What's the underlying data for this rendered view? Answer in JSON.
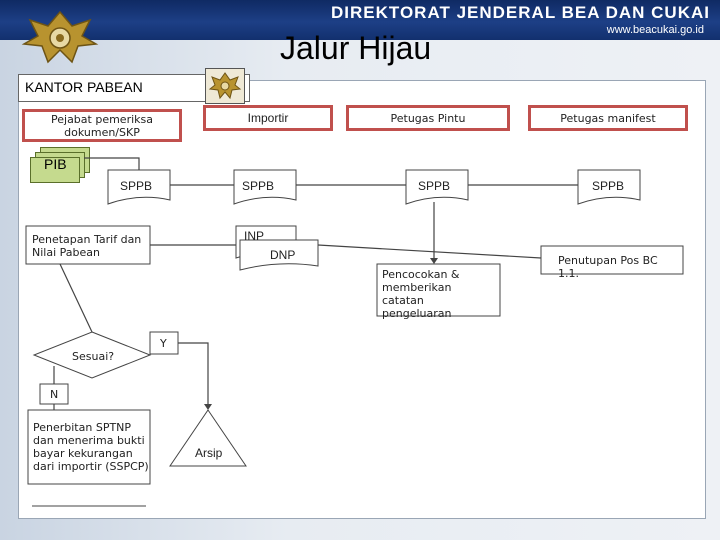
{
  "banner": {
    "title": "DIREKTORAT JENDERAL BEA DAN CUKAI",
    "url": "www.beacukai.go.id"
  },
  "page_title": "Jalur Hijau",
  "office_header": "KANTOR PABEAN",
  "roles": {
    "pemeriksa": "Pejabat pemeriksa dokumen/SKP",
    "importir": "Importir",
    "petugas_pintu": "Petugas Pintu",
    "petugas_manifest": "Petugas manifest"
  },
  "documents": {
    "pib": "PIB",
    "sppb_1": "SPPB",
    "sppb_2": "SPPB",
    "sppb_3": "SPPB",
    "sppb_4": "SPPB",
    "inp": "INP",
    "dnp": "DNP"
  },
  "processes": {
    "penetapan": "Penetapan Tarif dan Nilai Pabean",
    "pencocokan": "Pencocokan & memberikan catatan pengeluaran",
    "penutupan": "Penutupan Pos BC 1.1.",
    "penerbitan": "Penerbitan SPTNP dan menerima bukti bayar kekurangan dari importir (SSPCP)"
  },
  "decision": {
    "label": "Sesuai?",
    "yes": "Y",
    "no": "N"
  },
  "archive": "Arsip",
  "colors": {
    "role_border": "#c0504d",
    "pib_fill": "#c5da8e",
    "banner": "#12306e"
  }
}
